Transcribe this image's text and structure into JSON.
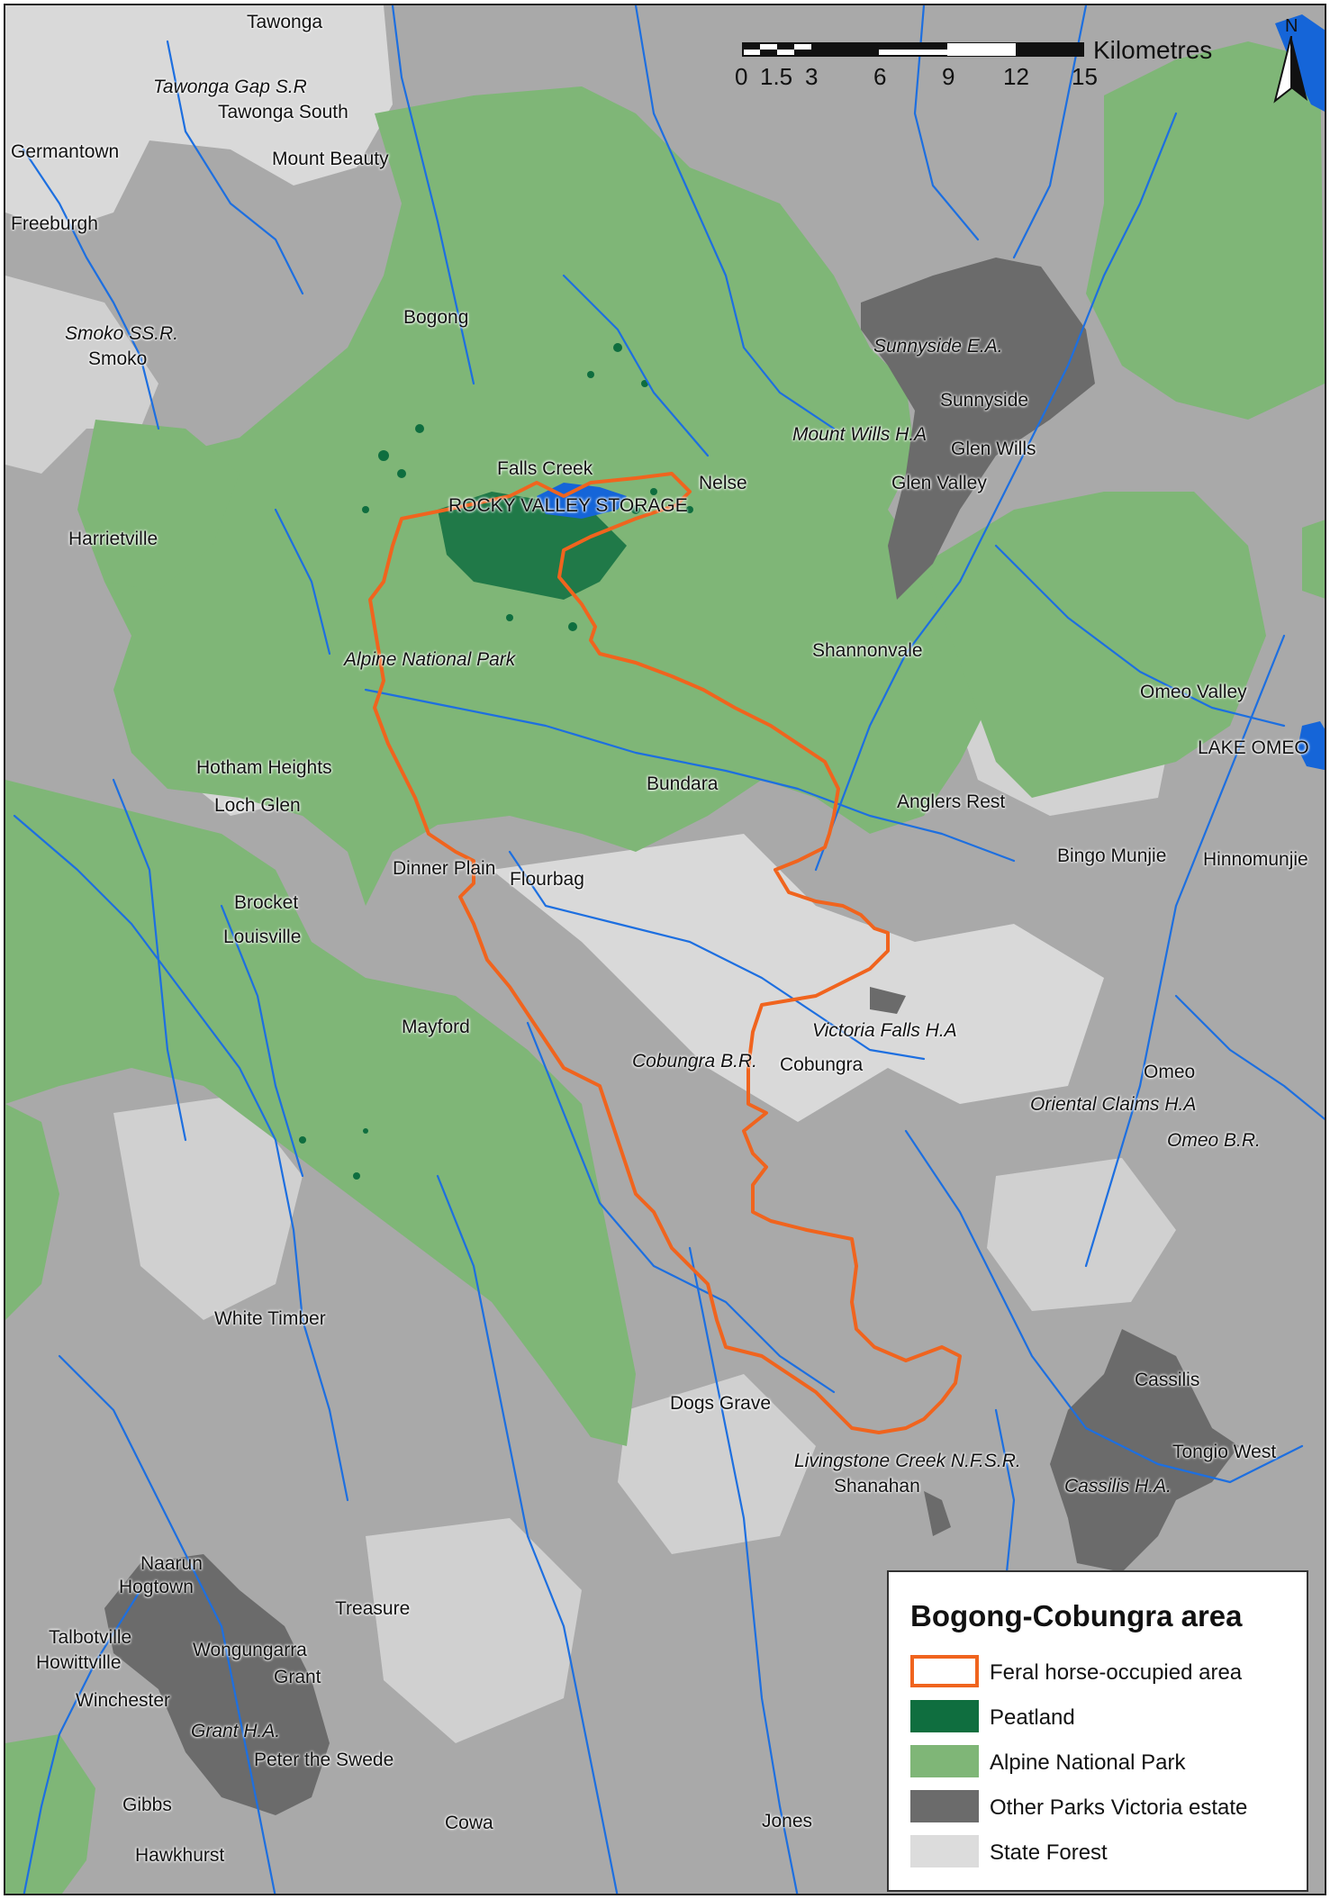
{
  "legend": {
    "title": "Bogong-Cobungra area",
    "items": [
      {
        "label": "Feral horse-occupied area",
        "type": "outline",
        "color": "#f0641e"
      },
      {
        "label": "Peatland",
        "type": "fill",
        "color": "#0f6e3f"
      },
      {
        "label": "Alpine National Park",
        "type": "fill",
        "color": "#7fb677"
      },
      {
        "label": "Other Parks Victoria estate",
        "type": "fill",
        "color": "#6b6b6b"
      },
      {
        "label": "State Forest",
        "type": "fill",
        "color": "#dcdcdc"
      }
    ]
  },
  "scale": {
    "unit": "Kilometres",
    "ticks": [
      "0",
      "1.5",
      "3",
      "6",
      "9",
      "12",
      "15"
    ]
  },
  "north_arrow": "N",
  "colors": {
    "background_relief": "#a9a9a9",
    "rivers": "#1d6fe0",
    "lakes": "#1565d8"
  },
  "labels": [
    {
      "id": "tawonga",
      "text": "Tawonga",
      "italic": false
    },
    {
      "id": "tawonga-gap",
      "text": "Tawonga Gap S.R",
      "italic": true
    },
    {
      "id": "tawonga-south",
      "text": "Tawonga South",
      "italic": false
    },
    {
      "id": "germantown",
      "text": "Germantown",
      "italic": false
    },
    {
      "id": "mount-beauty",
      "text": "Mount Beauty",
      "italic": false
    },
    {
      "id": "freeburgh",
      "text": "Freeburgh",
      "italic": false
    },
    {
      "id": "bogong",
      "text": "Bogong",
      "italic": false
    },
    {
      "id": "smoko-ssr",
      "text": "Smoko SS.R.",
      "italic": true
    },
    {
      "id": "smoko",
      "text": "Smoko",
      "italic": false
    },
    {
      "id": "sunnyside-ea",
      "text": "Sunnyside E.A.",
      "italic": true
    },
    {
      "id": "sunnyside",
      "text": "Sunnyside",
      "italic": false
    },
    {
      "id": "mount-wills",
      "text": "Mount Wills H.A",
      "italic": true
    },
    {
      "id": "glen-wills",
      "text": "Glen Wills",
      "italic": false
    },
    {
      "id": "falls-creek",
      "text": "Falls Creek",
      "italic": false
    },
    {
      "id": "nelse",
      "text": "Nelse",
      "italic": false
    },
    {
      "id": "glen-valley",
      "text": "Glen Valley",
      "italic": false
    },
    {
      "id": "rocky-valley",
      "text": "ROCKY VALLEY STORAGE",
      "italic": false
    },
    {
      "id": "harrietville",
      "text": "Harrietville",
      "italic": false
    },
    {
      "id": "shannonvale",
      "text": "Shannonvale",
      "italic": false
    },
    {
      "id": "alpine-np",
      "text": "Alpine National Park",
      "italic": true
    },
    {
      "id": "omeo-valley",
      "text": "Omeo Valley",
      "italic": false
    },
    {
      "id": "lake-omeo",
      "text": "LAKE OMEO",
      "italic": false
    },
    {
      "id": "hotham-heights",
      "text": "Hotham Heights",
      "italic": false
    },
    {
      "id": "bundara",
      "text": "Bundara",
      "italic": false
    },
    {
      "id": "loch-glen",
      "text": "Loch Glen",
      "italic": false
    },
    {
      "id": "anglers-rest",
      "text": "Anglers Rest",
      "italic": false
    },
    {
      "id": "bingo-munjie",
      "text": "Bingo Munjie",
      "italic": false
    },
    {
      "id": "hinnomunjie",
      "text": "Hinnomunjie",
      "italic": false
    },
    {
      "id": "dinner-plain",
      "text": "Dinner Plain",
      "italic": false
    },
    {
      "id": "flourbag",
      "text": "Flourbag",
      "italic": false
    },
    {
      "id": "brocket",
      "text": "Brocket",
      "italic": false
    },
    {
      "id": "louisville",
      "text": "Louisville",
      "italic": false
    },
    {
      "id": "victoria-falls",
      "text": "Victoria Falls H.A",
      "italic": true
    },
    {
      "id": "mayford",
      "text": "Mayford",
      "italic": false
    },
    {
      "id": "cobungra-br",
      "text": "Cobungra B.R.",
      "italic": true
    },
    {
      "id": "cobungra",
      "text": "Cobungra",
      "italic": false
    },
    {
      "id": "omeo",
      "text": "Omeo",
      "italic": false
    },
    {
      "id": "oriental-claims",
      "text": "Oriental Claims H.A",
      "italic": true
    },
    {
      "id": "omeo-br",
      "text": "Omeo B.R.",
      "italic": true
    },
    {
      "id": "white-timber",
      "text": "White Timber",
      "italic": false
    },
    {
      "id": "cassilis",
      "text": "Cassilis",
      "italic": false
    },
    {
      "id": "dogs-grave",
      "text": "Dogs Grave",
      "italic": false
    },
    {
      "id": "tongio-west",
      "text": "Tongio West",
      "italic": false
    },
    {
      "id": "livingstone",
      "text": "Livingstone Creek N.F.S.R.",
      "italic": true
    },
    {
      "id": "shanahan",
      "text": "Shanahan",
      "italic": false
    },
    {
      "id": "cassilis-ha",
      "text": "Cassilis H.A.",
      "italic": true
    },
    {
      "id": "naarun",
      "text": "Naarun",
      "italic": false
    },
    {
      "id": "hogtown",
      "text": "Hogtown",
      "italic": false
    },
    {
      "id": "treasure",
      "text": "Treasure",
      "italic": false
    },
    {
      "id": "talbotville",
      "text": "Talbotville",
      "italic": false
    },
    {
      "id": "wongungarra",
      "text": "Wongungarra",
      "italic": false
    },
    {
      "id": "howittville",
      "text": "Howittville",
      "italic": false
    },
    {
      "id": "grant",
      "text": "Grant",
      "italic": false
    },
    {
      "id": "winchester",
      "text": "Winchester",
      "italic": false
    },
    {
      "id": "grant-ha",
      "text": "Grant H.A.",
      "italic": true
    },
    {
      "id": "peter-the-swede",
      "text": "Peter the Swede",
      "italic": false
    },
    {
      "id": "gibbs",
      "text": "Gibbs",
      "italic": false
    },
    {
      "id": "cowa",
      "text": "Cowa",
      "italic": false
    },
    {
      "id": "jones",
      "text": "Jones",
      "italic": false
    },
    {
      "id": "hawkhurst",
      "text": "Hawkhurst",
      "italic": false
    }
  ]
}
